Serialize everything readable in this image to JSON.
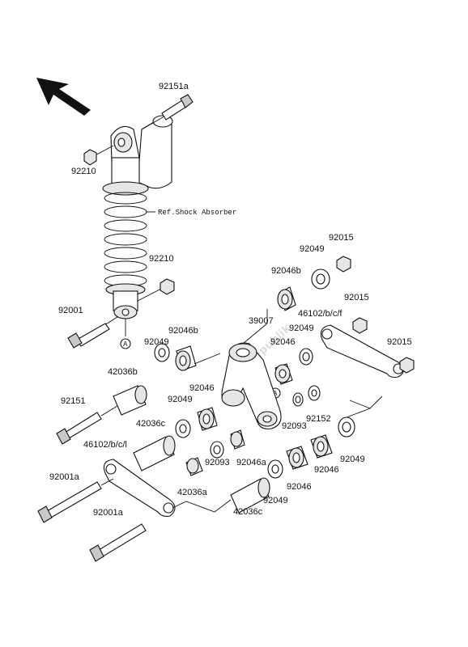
{
  "diagram": {
    "reference_label": "Ref.Shock Absorber",
    "watermark": "PartsRepublik",
    "markers": {
      "a1": "A",
      "a2": "A"
    },
    "parts": {
      "p_92151a": "92151a",
      "p_92210_top": "92210",
      "p_92210_mid": "92210",
      "p_92001": "92001",
      "p_92015_top": "92015",
      "p_92049_top": "92049",
      "p_92046b_top": "92046b",
      "p_92015_mid": "92015",
      "p_46102_bcf": "46102/b/c/f",
      "p_92049_mid_right": "92049",
      "p_39007": "39007",
      "p_92046b_left": "92046b",
      "p_92049_left": "92049",
      "p_92046_mid": "92046",
      "p_92015_right": "92015",
      "p_42036b": "42036b",
      "p_92046_left": "92046",
      "p_92049_left2": "92049",
      "p_92151": "92151",
      "p_92152": "92152",
      "p_92093_right": "92093",
      "p_42036c_top": "42036c",
      "p_46102_bcl": "46102/b/c/l",
      "p_92093_bottom": "92093",
      "p_92046a": "92046a",
      "p_92046_right": "92046",
      "p_92049_right": "92049",
      "p_92001a_top": "92001a",
      "p_42036a": "42036a",
      "p_92046_bottom": "92046",
      "p_92049_bottom": "92049",
      "p_92001a_bottom": "92001a",
      "p_42036c_bottom": "42036c"
    }
  }
}
